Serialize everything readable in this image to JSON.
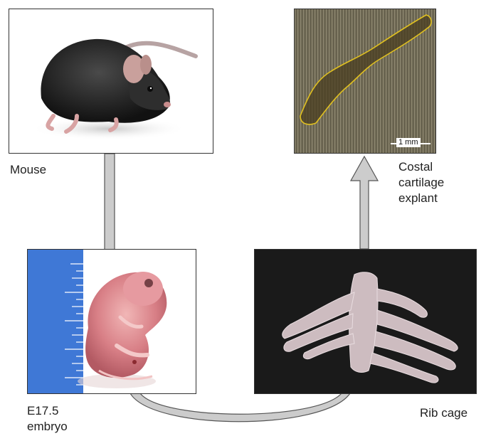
{
  "diagram": {
    "steps": [
      {
        "id": "mouse",
        "label": "Mouse"
      },
      {
        "id": "embryo",
        "label_lines": [
          "E17.5",
          "embryo"
        ]
      },
      {
        "id": "ribcage",
        "label": "Rib cage"
      },
      {
        "id": "explant",
        "label_lines": [
          "Costal",
          "cartilage",
          "explant"
        ]
      }
    ],
    "scale_bar": {
      "label": "1 mm"
    }
  },
  "colors": {
    "arrow_fill": "#cccccc",
    "arrow_stroke": "#555555",
    "explant_outline": "#e0c020"
  }
}
